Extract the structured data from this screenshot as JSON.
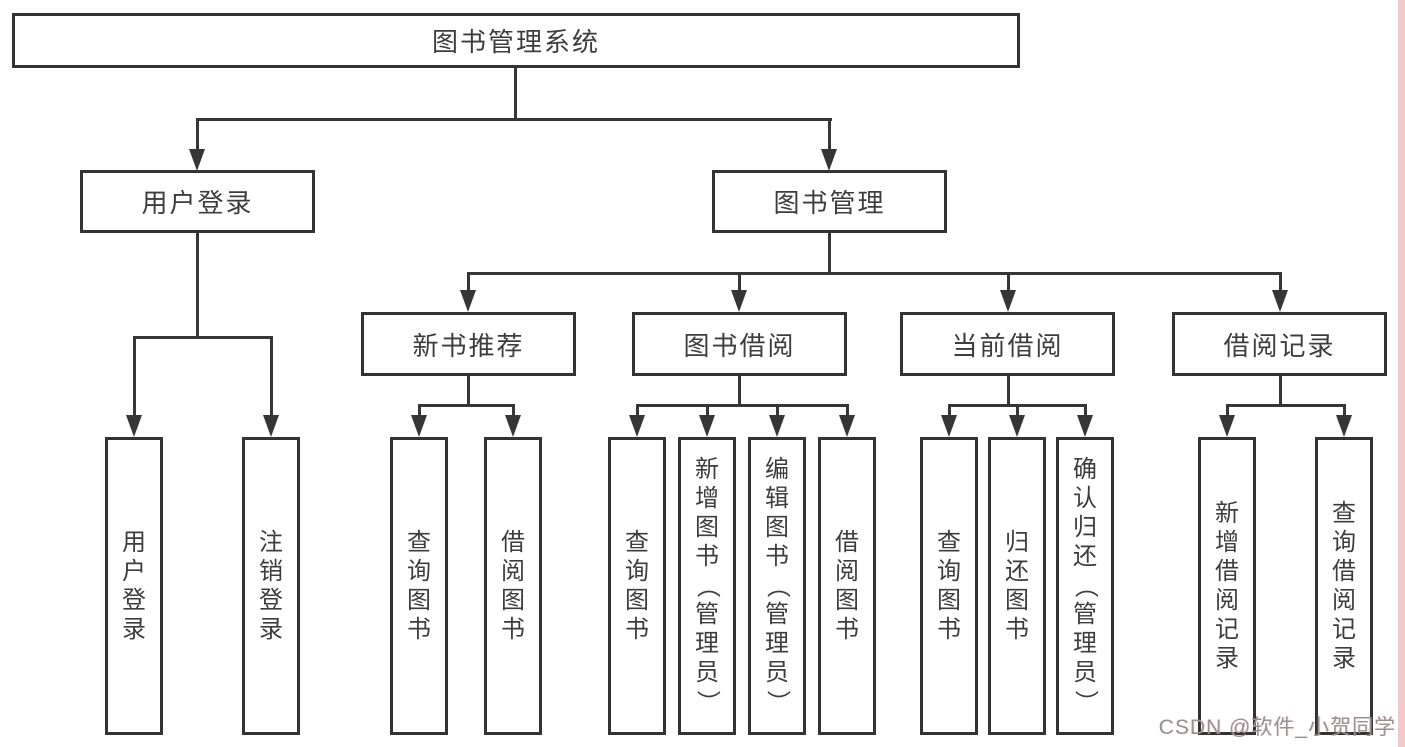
{
  "diagram": {
    "title": "图书管理系统",
    "root": {
      "label": "图书管理系统"
    },
    "l1": [
      {
        "label": "用户登录"
      },
      {
        "label": "图书管理"
      }
    ],
    "l2": [
      {
        "label": "新书推荐"
      },
      {
        "label": "图书借阅"
      },
      {
        "label": "当前借阅"
      },
      {
        "label": "借阅记录"
      }
    ],
    "leaves": [
      {
        "label": "用户登录"
      },
      {
        "label": "注销登录"
      },
      {
        "label": "查询图书"
      },
      {
        "label": "借阅图书"
      },
      {
        "label": "查询图书"
      },
      {
        "label": "新增图书（管理员）"
      },
      {
        "label": "编辑图书（管理员）"
      },
      {
        "label": "借阅图书"
      },
      {
        "label": "查询图书"
      },
      {
        "label": "归还图书"
      },
      {
        "label": "确认归还（管理员）"
      },
      {
        "label": "新增借阅记录"
      },
      {
        "label": "查询借阅记录"
      }
    ],
    "colors": {
      "line": "#363636",
      "box_border": "#333333",
      "text": "#3d3d3d",
      "background": "#ffffff",
      "watermark_text": "#979192",
      "right_edge_strip": "#f2c9c9"
    }
  },
  "watermark": {
    "text": "CSDN @软件_小贺同学"
  }
}
